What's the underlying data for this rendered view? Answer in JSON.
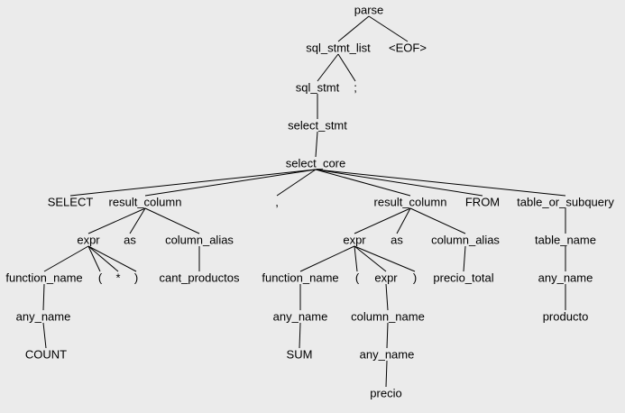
{
  "tree": {
    "nodes": [
      {
        "id": "parse",
        "label": "parse"
      },
      {
        "id": "sql_stmt_list",
        "label": "sql_stmt_list"
      },
      {
        "id": "eof",
        "label": "<EOF>"
      },
      {
        "id": "sql_stmt",
        "label": "sql_stmt"
      },
      {
        "id": "semicolon",
        "label": ";"
      },
      {
        "id": "select_stmt",
        "label": "select_stmt"
      },
      {
        "id": "select_core",
        "label": "select_core"
      },
      {
        "id": "select_kw",
        "label": "SELECT"
      },
      {
        "id": "result_column_1",
        "label": "result_column"
      },
      {
        "id": "comma",
        "label": ","
      },
      {
        "id": "result_column_2",
        "label": "result_column"
      },
      {
        "id": "from_kw",
        "label": "FROM"
      },
      {
        "id": "table_or_subquery",
        "label": "table_or_subquery"
      },
      {
        "id": "expr_1",
        "label": "expr"
      },
      {
        "id": "as_1",
        "label": "as"
      },
      {
        "id": "column_alias_1",
        "label": "column_alias"
      },
      {
        "id": "expr_2",
        "label": "expr"
      },
      {
        "id": "as_2",
        "label": "as"
      },
      {
        "id": "column_alias_2",
        "label": "column_alias"
      },
      {
        "id": "table_name",
        "label": "table_name"
      },
      {
        "id": "function_name_1",
        "label": "function_name"
      },
      {
        "id": "lparen_1",
        "label": "("
      },
      {
        "id": "star",
        "label": "*"
      },
      {
        "id": "rparen_1",
        "label": ")"
      },
      {
        "id": "cant_productos",
        "label": "cant_productos"
      },
      {
        "id": "function_name_2",
        "label": "function_name"
      },
      {
        "id": "lparen_2",
        "label": "("
      },
      {
        "id": "expr_3",
        "label": "expr"
      },
      {
        "id": "rparen_2",
        "label": ")"
      },
      {
        "id": "precio_total",
        "label": "precio_total"
      },
      {
        "id": "any_name_table",
        "label": "any_name"
      },
      {
        "id": "any_name_fn1",
        "label": "any_name"
      },
      {
        "id": "any_name_fn2",
        "label": "any_name"
      },
      {
        "id": "column_name",
        "label": "column_name"
      },
      {
        "id": "producto",
        "label": "producto"
      },
      {
        "id": "count",
        "label": "COUNT"
      },
      {
        "id": "sum",
        "label": "SUM"
      },
      {
        "id": "any_name_col",
        "label": "any_name"
      },
      {
        "id": "precio",
        "label": "precio"
      }
    ],
    "edges": [
      [
        "parse",
        "sql_stmt_list"
      ],
      [
        "parse",
        "eof"
      ],
      [
        "sql_stmt_list",
        "sql_stmt"
      ],
      [
        "sql_stmt_list",
        "semicolon"
      ],
      [
        "sql_stmt",
        "select_stmt"
      ],
      [
        "select_stmt",
        "select_core"
      ],
      [
        "select_core",
        "select_kw"
      ],
      [
        "select_core",
        "result_column_1"
      ],
      [
        "select_core",
        "comma"
      ],
      [
        "select_core",
        "result_column_2"
      ],
      [
        "select_core",
        "from_kw"
      ],
      [
        "select_core",
        "table_or_subquery"
      ],
      [
        "result_column_1",
        "expr_1"
      ],
      [
        "result_column_1",
        "as_1"
      ],
      [
        "result_column_1",
        "column_alias_1"
      ],
      [
        "result_column_2",
        "expr_2"
      ],
      [
        "result_column_2",
        "as_2"
      ],
      [
        "result_column_2",
        "column_alias_2"
      ],
      [
        "table_or_subquery",
        "table_name"
      ],
      [
        "expr_1",
        "function_name_1"
      ],
      [
        "expr_1",
        "lparen_1"
      ],
      [
        "expr_1",
        "star"
      ],
      [
        "expr_1",
        "rparen_1"
      ],
      [
        "column_alias_1",
        "cant_productos"
      ],
      [
        "expr_2",
        "function_name_2"
      ],
      [
        "expr_2",
        "lparen_2"
      ],
      [
        "expr_2",
        "expr_3"
      ],
      [
        "expr_2",
        "rparen_2"
      ],
      [
        "column_alias_2",
        "precio_total"
      ],
      [
        "table_name",
        "any_name_table"
      ],
      [
        "function_name_1",
        "any_name_fn1"
      ],
      [
        "function_name_2",
        "any_name_fn2"
      ],
      [
        "expr_3",
        "column_name"
      ],
      [
        "any_name_table",
        "producto"
      ],
      [
        "any_name_fn1",
        "count"
      ],
      [
        "any_name_fn2",
        "sum"
      ],
      [
        "column_name",
        "any_name_col"
      ],
      [
        "any_name_col",
        "precio"
      ]
    ]
  }
}
